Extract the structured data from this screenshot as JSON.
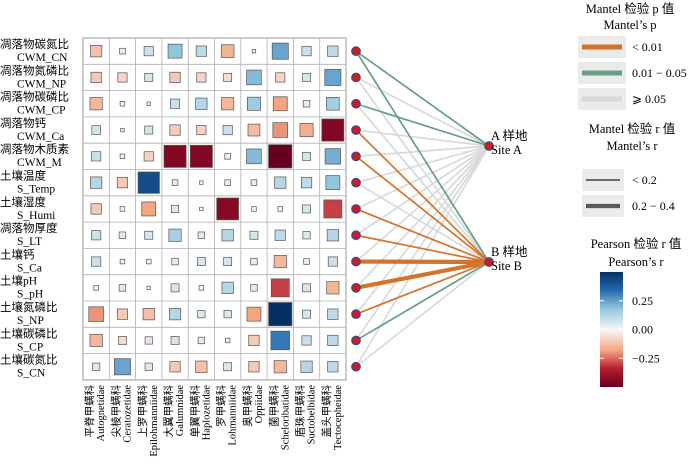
{
  "chart_data": {
    "type": "heatmap",
    "rows": [
      {
        "cn": "凋落物碳氮比",
        "en": "CWM_CN"
      },
      {
        "cn": "凋落物氮磷比",
        "en": "CWM_NP"
      },
      {
        "cn": "凋落物碳磷比",
        "en": "CWM_CP"
      },
      {
        "cn": "凋落物钙",
        "en": "CWM_Ca"
      },
      {
        "cn": "凋落物木质素",
        "en": "CWM_M"
      },
      {
        "cn": "土壤温度",
        "en": "S_Temp"
      },
      {
        "cn": "土壤湿度",
        "en": "S_Humi"
      },
      {
        "cn": "凋落物厚度",
        "en": "S_LT"
      },
      {
        "cn": "土壤钙",
        "en": "S_Ca"
      },
      {
        "cn": "土壤pH",
        "en": "S_pH"
      },
      {
        "cn": "土壤氮磷比",
        "en": "S_NP"
      },
      {
        "cn": "土壤碳磷比",
        "en": "S_CP"
      },
      {
        "cn": "土壤碳氮比",
        "en": "S_CN"
      }
    ],
    "columns": [
      {
        "cn": "平脊甲螨科",
        "en": "Autognetidae"
      },
      {
        "cn": "尖棱甲螨科",
        "en": "Ceratozetidae"
      },
      {
        "cn": "上罗甲螨科",
        "en": "Epilohmanniidae"
      },
      {
        "cn": "大翼甲螨科",
        "en": "Galumnidae"
      },
      {
        "cn": "单翼甲螨科",
        "en": "Haplozetidae"
      },
      {
        "cn": "罗甲螨科",
        "en": "Lohmanniidae"
      },
      {
        "cn": "奥甲螨科",
        "en": "Oppiidae"
      },
      {
        "cn": "菌甲螨科",
        "en": "Scheloribatidae"
      },
      {
        "cn": "盾珠甲螨科",
        "en": "Suctobelbidae"
      },
      {
        "cn": "盖头甲螨科",
        "en": "Tectocepheidae"
      }
    ],
    "pearson_r": [
      [
        -0.12,
        0.03,
        0.08,
        0.18,
        0.1,
        -0.15,
        0.01,
        0.24,
        0.08,
        0.1
      ],
      [
        -0.1,
        -0.08,
        0.06,
        -0.1,
        -0.08,
        -0.06,
        0.2,
        -0.08,
        0.06,
        0.24
      ],
      [
        -0.14,
        0.02,
        0.01,
        0.08,
        0.12,
        -0.14,
        0.16,
        -0.18,
        0.04,
        0.15
      ],
      [
        0.07,
        0.01,
        0.06,
        -0.1,
        -0.08,
        0.08,
        -0.13,
        -0.2,
        -0.16,
        -0.45
      ],
      [
        0.08,
        0.02,
        -0.08,
        -0.45,
        -0.45,
        0.03,
        0.2,
        -0.5,
        0.06,
        0.22
      ],
      [
        0.12,
        -0.1,
        0.42,
        0.03,
        0.01,
        0.03,
        -0.03,
        0.12,
        0.1,
        0.18
      ],
      [
        -0.1,
        0.02,
        -0.18,
        0.05,
        0.01,
        -0.44,
        -0.02,
        0.02,
        0.06,
        -0.3
      ],
      [
        0.08,
        0.04,
        0.06,
        0.14,
        0.04,
        0.12,
        0.06,
        0.1,
        0.05,
        0.12
      ],
      [
        0.08,
        0.02,
        0.02,
        -0.04,
        0.06,
        0.06,
        0.04,
        -0.14,
        0.03,
        0.08
      ],
      [
        0.02,
        0.04,
        0.01,
        0.06,
        0.02,
        0.12,
        0.04,
        -0.3,
        0.06,
        -0.14
      ],
      [
        -0.2,
        -0.1,
        -0.12,
        0.12,
        0.05,
        0.05,
        -0.18,
        0.5,
        0.06,
        0.1
      ],
      [
        -0.14,
        -0.06,
        -0.05,
        0.06,
        0.04,
        0.02,
        -0.1,
        0.32,
        0.08,
        0.1
      ],
      [
        0.05,
        0.24,
        0.05,
        -0.1,
        -0.12,
        0.06,
        -0.1,
        -0.14,
        0.12,
        0.1
      ]
    ],
    "sites": [
      {
        "cn": "A 样地",
        "en": "Site A"
      },
      {
        "cn": "B 样地",
        "en": "Site B"
      }
    ],
    "mantel_links": [
      {
        "site": 0,
        "row": 0,
        "p": "0.01 - 0.05",
        "r": "< 0.2"
      },
      {
        "site": 0,
        "row": 1,
        "p": ">= 0.05",
        "r": "< 0.2"
      },
      {
        "site": 0,
        "row": 2,
        "p": "0.01 - 0.05",
        "r": "< 0.2"
      },
      {
        "site": 0,
        "row": 3,
        "p": ">= 0.05",
        "r": "< 0.2"
      },
      {
        "site": 0,
        "row": 4,
        "p": ">= 0.05",
        "r": "< 0.2"
      },
      {
        "site": 0,
        "row": 5,
        "p": ">= 0.05",
        "r": "< 0.2"
      },
      {
        "site": 0,
        "row": 6,
        "p": ">= 0.05",
        "r": "< 0.2"
      },
      {
        "site": 0,
        "row": 7,
        "p": ">= 0.05",
        "r": "< 0.2"
      },
      {
        "site": 0,
        "row": 8,
        "p": ">= 0.05",
        "r": "< 0.2"
      },
      {
        "site": 0,
        "row": 9,
        "p": ">= 0.05",
        "r": "< 0.2"
      },
      {
        "site": 0,
        "row": 10,
        "p": ">= 0.05",
        "r": "< 0.2"
      },
      {
        "site": 0,
        "row": 11,
        "p": ">= 0.05",
        "r": "< 0.2"
      },
      {
        "site": 0,
        "row": 12,
        "p": ">= 0.05",
        "r": "< 0.2"
      },
      {
        "site": 1,
        "row": 0,
        "p": "0.01 - 0.05",
        "r": "< 0.2"
      },
      {
        "site": 1,
        "row": 1,
        "p": ">= 0.05",
        "r": "< 0.2"
      },
      {
        "site": 1,
        "row": 2,
        "p": ">= 0.05",
        "r": "< 0.2"
      },
      {
        "site": 1,
        "row": 3,
        "p": "< 0.01",
        "r": "< 0.2"
      },
      {
        "site": 1,
        "row": 4,
        "p": "< 0.01",
        "r": "< 0.2"
      },
      {
        "site": 1,
        "row": 5,
        "p": ">= 0.05",
        "r": "< 0.2"
      },
      {
        "site": 1,
        "row": 6,
        "p": "< 0.01",
        "r": "< 0.2"
      },
      {
        "site": 1,
        "row": 7,
        "p": "< 0.01",
        "r": "< 0.2"
      },
      {
        "site": 1,
        "row": 8,
        "p": "< 0.01",
        "r": "0.2 - 0.4"
      },
      {
        "site": 1,
        "row": 9,
        "p": "< 0.01",
        "r": "0.2 - 0.4"
      },
      {
        "site": 1,
        "row": 10,
        "p": "< 0.01",
        "r": "< 0.2"
      },
      {
        "site": 1,
        "row": 11,
        "p": "0.01 - 0.05",
        "r": "< 0.2"
      },
      {
        "site": 1,
        "row": 12,
        "p": ">= 0.05",
        "r": "< 0.2"
      }
    ],
    "legend": {
      "mantel_p": {
        "title_cn": "Mantel 检验 p 值",
        "title_en": "Mantel’s p",
        "items": [
          {
            "label": "< 0.01",
            "color": "#d4732a"
          },
          {
            "label": "0.01 − 0.05",
            "color": "#6a9e85"
          },
          {
            "label": "⩾ 0.05",
            "color": "#d9d9d9"
          }
        ]
      },
      "mantel_r": {
        "title_cn": "Mantel 检验 r 值",
        "title_en": "Mantel’s r",
        "items": [
          {
            "label": "< 0.2",
            "width_rank": 1
          },
          {
            "label": "0.2 − 0.4",
            "width_rank": 2
          }
        ]
      },
      "pearson": {
        "title_cn": "Pearson 检验 r 值",
        "title_en": "Pearson’s r",
        "ticks": [
          "0.25",
          "0.00",
          "−0.25"
        ],
        "tick_values": [
          0.25,
          0.0,
          -0.25
        ],
        "range": [
          -0.5,
          0.5
        ],
        "colors": {
          "neg": "#67001f",
          "mid": "#f7f7f7",
          "pos": "#053061"
        }
      }
    }
  }
}
